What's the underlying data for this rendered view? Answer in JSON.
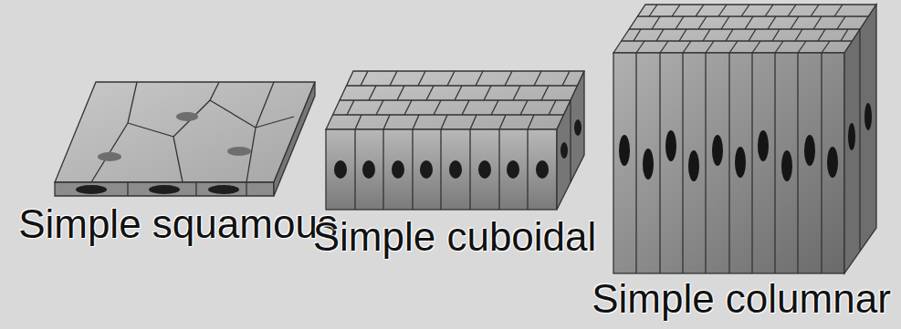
{
  "diagram": {
    "labels": [
      "Simple squamous",
      "Simple cuboidal",
      "Simple columnar"
    ]
  }
}
